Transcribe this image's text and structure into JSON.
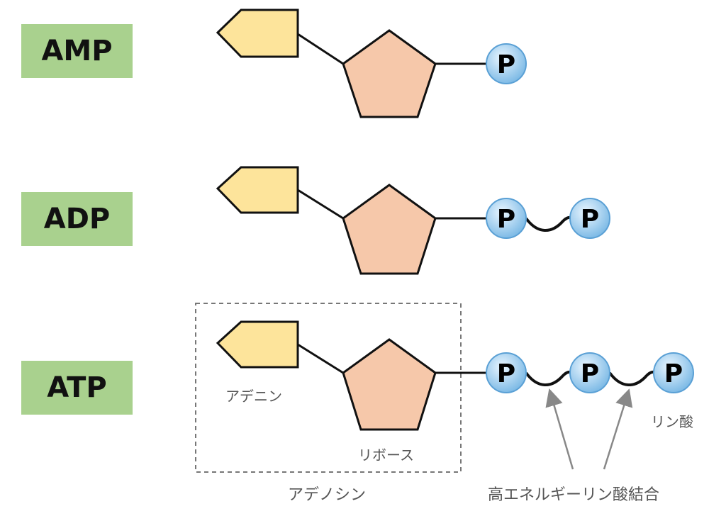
{
  "molecules": [
    {
      "name": "AMP",
      "phosphate_count": 1
    },
    {
      "name": "ADP",
      "phosphate_count": 2
    },
    {
      "name": "ATP",
      "phosphate_count": 3
    }
  ],
  "phosphate_symbol": "P",
  "labels": {
    "adenine": "アデニン",
    "ribose": "リボース",
    "adenosine": "アデノシン",
    "phosphate": "リン酸",
    "high_energy_bond": "高エネルギーリン酸結合"
  },
  "colors": {
    "badge": "#a9d18e",
    "adenine": "#fde49b",
    "ribose": "#f6c8aa",
    "phosphate": "#a8d4f2",
    "bond": "#111111"
  }
}
